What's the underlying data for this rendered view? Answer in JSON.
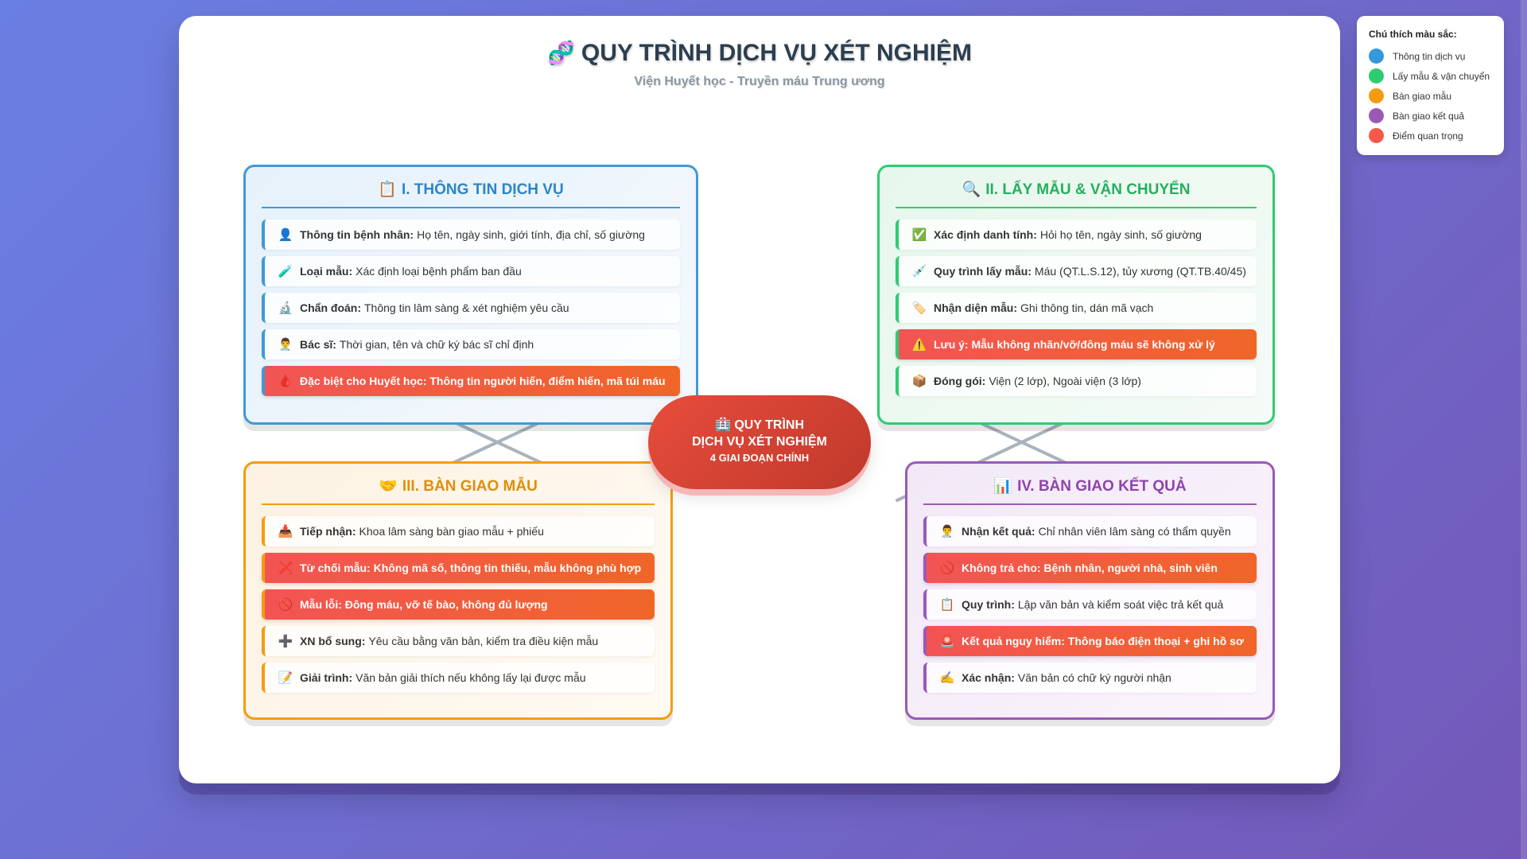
{
  "header": {
    "title_icon": "dna-icon",
    "title_emoji": "🧬",
    "title": "QUY TRÌNH DỊCH VỤ XÉT NGHIỆM",
    "subtitle": "Viện Huyết học - Truyền máu Trung ương"
  },
  "center": {
    "icon": "hospital-icon",
    "emoji": "🏥",
    "line1": "QUY TRÌNH",
    "line2": "DỊCH VỤ XÉT NGHIỆM",
    "line3": "4 GIAI ĐOẠN CHÍNH"
  },
  "sections": [
    {
      "icon": "clipboard-icon",
      "emoji": "📋",
      "title": "I. THÔNG TIN DỊCH VỤ",
      "items": [
        {
          "icon": "person-icon",
          "emoji": "👤",
          "label": "Thông tin bệnh nhân:",
          "text": "Họ tên, ngày sinh, giới tính, địa chỉ, số giường",
          "highlight": false
        },
        {
          "icon": "test-tube-icon",
          "emoji": "🧪",
          "label": "Loại mẫu:",
          "text": "Xác định loại bệnh phẩm ban đầu",
          "highlight": false
        },
        {
          "icon": "microscope-icon",
          "emoji": "🔬",
          "label": "Chẩn đoán:",
          "text": "Thông tin lâm sàng & xét nghiệm yêu cầu",
          "highlight": false
        },
        {
          "icon": "doctor-icon",
          "emoji": "👨‍⚕️",
          "label": "Bác sĩ:",
          "text": "Thời gian, tên và chữ ký bác sĩ chỉ định",
          "highlight": false
        },
        {
          "icon": "blood-drop-icon",
          "emoji": "🩸",
          "label": "Đặc biệt cho Huyết học: Thông tin người hiến, điểm hiến, mã túi máu",
          "text": "",
          "highlight": true
        }
      ]
    },
    {
      "icon": "magnifier-icon",
      "emoji": "🔍",
      "title": "II. LẤY MẪU & VẬN CHUYỂN",
      "items": [
        {
          "icon": "check-icon",
          "emoji": "✅",
          "label": "Xác định danh tính:",
          "text": "Hỏi họ tên, ngày sinh, số giường",
          "highlight": false
        },
        {
          "icon": "syringe-icon",
          "emoji": "💉",
          "label": "Quy trình lấy mẫu:",
          "text": "Máu (QT.L.S.12), tủy xương (QT.TB.40/45)",
          "highlight": false
        },
        {
          "icon": "tag-icon",
          "emoji": "🏷️",
          "label": "Nhận diện mẫu:",
          "text": "Ghi thông tin, dán mã vạch",
          "highlight": false
        },
        {
          "icon": "warning-icon",
          "emoji": "⚠️",
          "label": "Lưu ý: Mẫu không nhãn/vỡ/đông máu sẽ không xử lý",
          "text": "",
          "highlight": true
        },
        {
          "icon": "package-icon",
          "emoji": "📦",
          "label": "Đóng gói:",
          "text": "Viện (2 lớp), Ngoài viện (3 lớp)",
          "highlight": false
        }
      ]
    },
    {
      "icon": "handshake-icon",
      "emoji": "🤝",
      "title": "III. BÀN GIAO MẪU",
      "items": [
        {
          "icon": "inbox-icon",
          "emoji": "📥",
          "label": "Tiếp nhận:",
          "text": "Khoa lâm sàng bàn giao mẫu + phiếu",
          "highlight": false
        },
        {
          "icon": "cross-icon",
          "emoji": "❌",
          "label": "Từ chối mẫu: Không mã số, thông tin thiếu, mẫu không phù hợp",
          "text": "",
          "highlight": true
        },
        {
          "icon": "prohibited-icon",
          "emoji": "🚫",
          "label": "Mẫu lỗi: Đông máu, vỡ tế bào, không đủ lượng",
          "text": "",
          "highlight": true
        },
        {
          "icon": "plus-icon",
          "emoji": "➕",
          "label": "XN bổ sung:",
          "text": "Yêu cầu bằng văn bản, kiểm tra điều kiện mẫu",
          "highlight": false
        },
        {
          "icon": "memo-icon",
          "emoji": "📝",
          "label": "Giải trình:",
          "text": "Văn bản giải thích nếu không lấy lại được mẫu",
          "highlight": false
        }
      ]
    },
    {
      "icon": "bar-chart-icon",
      "emoji": "📊",
      "title": "IV. BÀN GIAO KẾT QUẢ",
      "items": [
        {
          "icon": "doctor-icon",
          "emoji": "👨‍⚕️",
          "label": "Nhận kết quả:",
          "text": "Chỉ nhân viên lâm sàng có thẩm quyền",
          "highlight": false
        },
        {
          "icon": "prohibited-icon",
          "emoji": "🚫",
          "label": "Không trả cho: Bệnh nhân, người nhà, sinh viên",
          "text": "",
          "highlight": true
        },
        {
          "icon": "clipboard-icon",
          "emoji": "📋",
          "label": "Quy trình:",
          "text": "Lập văn bản và kiểm soát việc trả kết quả",
          "highlight": false
        },
        {
          "icon": "siren-icon",
          "emoji": "🚨",
          "label": "Kết quả nguy hiểm: Thông báo điện thoại + ghi hồ sơ",
          "text": "",
          "highlight": true
        },
        {
          "icon": "writing-hand-icon",
          "emoji": "✍️",
          "label": "Xác nhận:",
          "text": "Văn bản có chữ ký người nhận",
          "highlight": false
        }
      ]
    }
  ],
  "legend": {
    "title": "Chú thích màu sắc:",
    "items": [
      {
        "color": "#3498db",
        "label": "Thông tin dịch vụ"
      },
      {
        "color": "#2ecc71",
        "label": "Lấy mẫu & vận chuyển"
      },
      {
        "color": "#f39c12",
        "label": "Bàn giao mẫu"
      },
      {
        "color": "#9b59b6",
        "label": "Bàn giao kết quả"
      },
      {
        "color": "#f4594a",
        "label": "Điểm quan trọng"
      }
    ]
  }
}
